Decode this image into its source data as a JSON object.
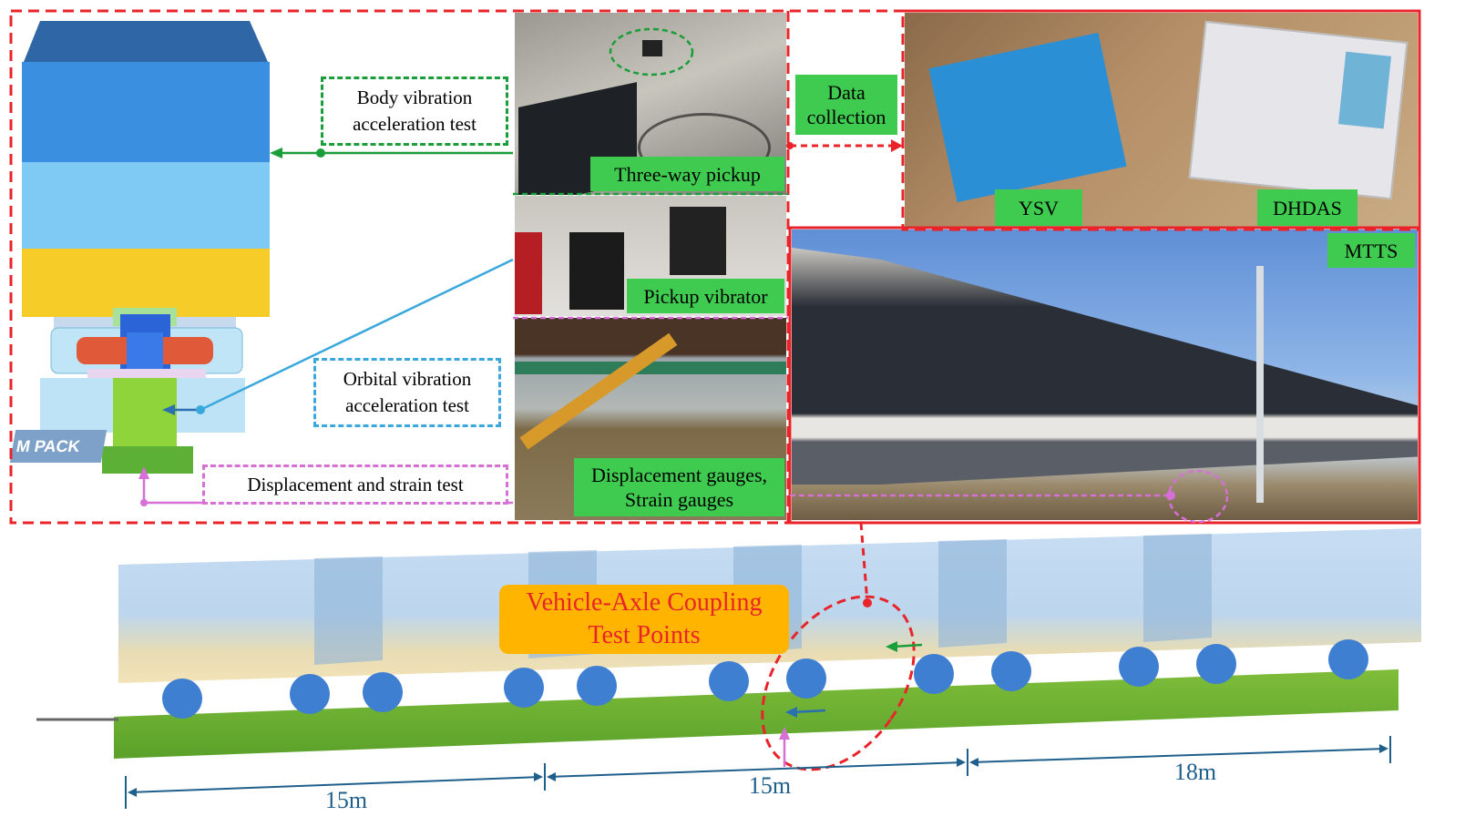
{
  "labels": {
    "body_test": "Body vibration\nacceleration test",
    "orbital_test": "Orbital vibration\nacceleration test",
    "disp_test": "Displacement and strain test",
    "data_collection": "Data\ncollection",
    "three_way": "Three-way pickup",
    "pickup_vibrator": "Pickup vibrator",
    "gauges": "Displacement gauges,\nStrain gauges",
    "ysv": "YSV",
    "dhdas": "DHDAS",
    "mtts": "MTTS",
    "coupling": "Vehicle-Axle Coupling\nTest Points",
    "span1": "15m",
    "span2": "15m",
    "span3": "18m",
    "logo": "M PACK"
  },
  "colors": {
    "red": "#e8242a",
    "green_label": "#3fcb4f",
    "green_line": "#1a9e3a",
    "blue_line": "#3aa8dc",
    "pink_line": "#d66fd6",
    "dim_blue": "#1f5f8c",
    "orange": "#ffb400"
  }
}
